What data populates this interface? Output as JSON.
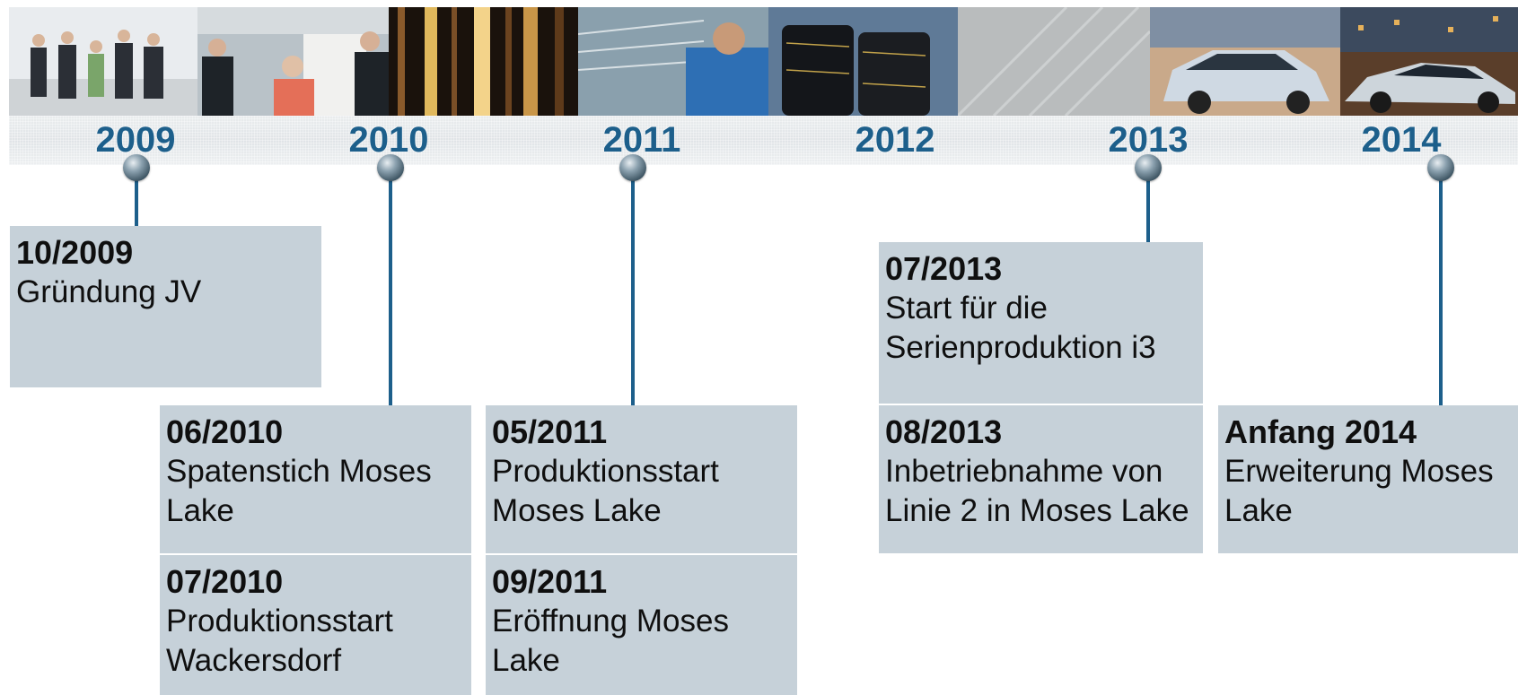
{
  "timeline": {
    "years": [
      "2009",
      "2010",
      "2011",
      "2012",
      "2013",
      "2014"
    ],
    "events": [
      {
        "date": "10/2009",
        "desc": "Gründung JV"
      },
      {
        "date": "06/2010",
        "desc": "Spatenstich Moses Lake"
      },
      {
        "date": "07/2010",
        "desc": "Produktionsstart Wackersdorf"
      },
      {
        "date": "05/2011",
        "desc": "Produktionsstart Moses Lake"
      },
      {
        "date": "09/2011",
        "desc": "Eröffnung Moses Lake"
      },
      {
        "date": "07/2013",
        "desc": "Start für die Serienproduktion i3"
      },
      {
        "date": "08/2013",
        "desc": "Inbetriebnahme von Linie 2 in Moses Lake"
      },
      {
        "date": "Anfang 2014",
        "desc": "Erweiterung Moses Lake"
      }
    ]
  },
  "colors": {
    "accent": "#1d5f8b",
    "card": "#c6d1d9"
  }
}
